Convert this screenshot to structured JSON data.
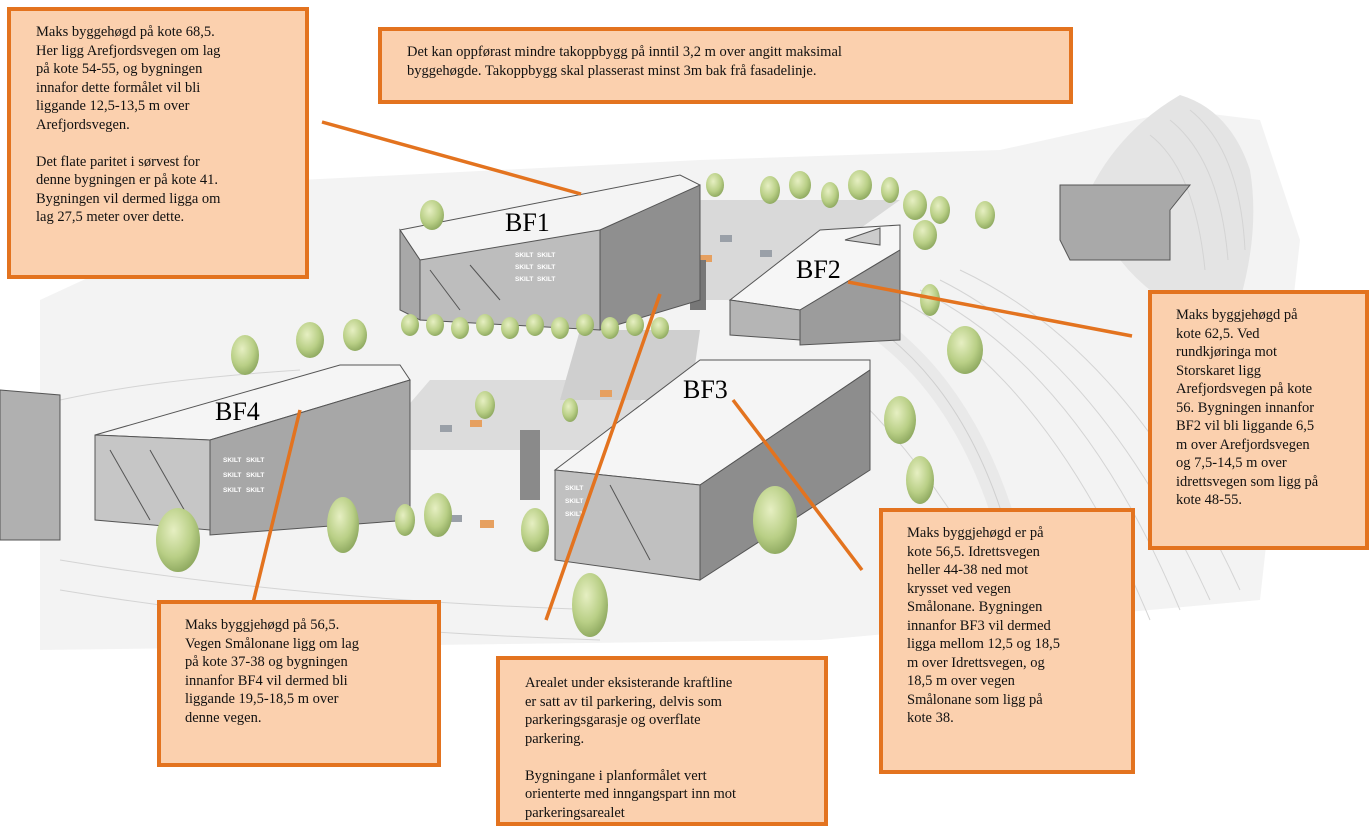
{
  "building_labels": {
    "bf1": "BF1",
    "bf2": "BF2",
    "bf3": "BF3",
    "bf4": "BF4"
  },
  "sign_text": "SKILT",
  "annotations": {
    "bf1": "Maks byggehøgd på kote 68,5.\nHer ligg Arefjordsvegen om lag\npå kote 54-55, og bygningen\ninnafor dette formålet vil bli\nliggande 12,5-13,5 m over\nArefjordsvegen.\n\nDet flate paritet i sørvest for\ndenne bygningen er på kote 41.\nBygningen vil dermed ligga om\nlag 27,5 meter over dette.",
    "roof": "Det kan oppførast mindre takoppbygg på inntil 3,2 m over angitt maksimal\nbyggehøgde. Takoppbygg skal plasserast minst 3m bak frå fasadelinje.",
    "bf2": "Maks byggjehøgd på\nkote 62,5. Ved\nrundkjøringa mot\nStorskaret ligg\nArefjordsvegen på kote\n56. Bygningen innanfor\nBF2 vil bli liggande 6,5\nm over Arefjordsvegen\nog 7,5-14,5 m over\nidrettsvegen som ligg på\nkote 48-55.",
    "bf3": "Maks byggjehøgd er på\nkote 56,5. Idrettsvegen\nheller 44-38 ned mot\nkrysset ved vegen\nSmålonane. Bygningen\ninnanfor BF3 vil dermed\nligga mellom 12,5 og 18,5\nm over Idrettsvegen, og\n18,5 m over vegen\nSmålonane som ligg på\nkote 38.",
    "bf4": "Maks byggjehøgd på 56,5.\nVegen Smålonane ligg om lag\npå kote 37-38 og bygningen\ninnanfor BF4 vil dermed bli\nliggande 19,5-18,5 m over\ndenne vegen.",
    "parking": "Arealet under eksisterande kraftline\ner satt av til parkering, delvis som\nparkeringsgarasje og overflate\nparkering.\n\nBygningane i planformålet vert\norienterte med inngangspart inn mot\nparkeringsarealet"
  },
  "colors": {
    "callout_fill": "#fbd0ae",
    "callout_border": "#e3731f",
    "leader_line": "#e3731f"
  }
}
